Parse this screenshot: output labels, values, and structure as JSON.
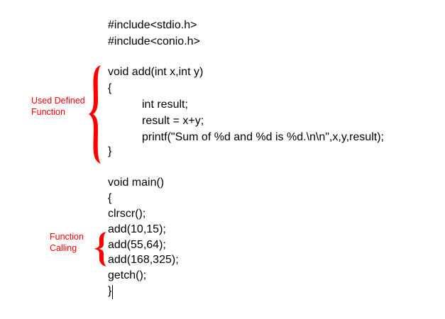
{
  "code_lines": [
    "#include<stdio.h>",
    "#include<conio.h>",
    "void add(int x,int y)",
    "{",
    "int result;",
    "result = x+y;",
    "printf(\"Sum of %d and %d is %d.\\n\\n\",x,y,result);",
    "}",
    "void main()",
    "{",
    "clrscr();",
    "add(10,15);",
    "add(55,64);",
    "add(168,325);",
    "getch();",
    "}"
  ],
  "annotations": {
    "udf_line1": "Used Defined",
    "udf_line2": "Function",
    "call_line1": "Function",
    "call_line2": "Calling"
  },
  "colors": {
    "annotation": "#ff0000",
    "code": "#000000"
  }
}
